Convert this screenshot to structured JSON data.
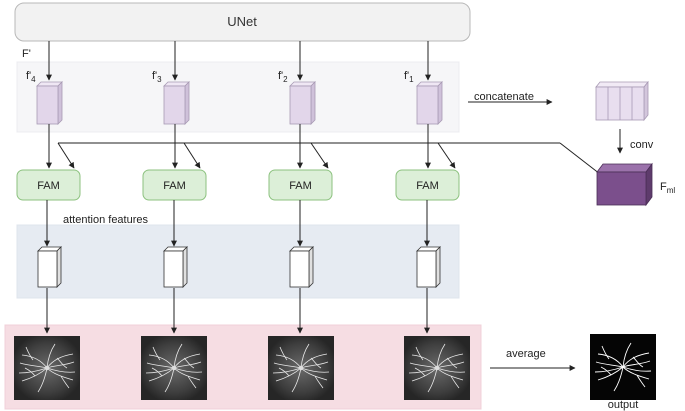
{
  "unet": {
    "label": "UNet"
  },
  "feature_group": {
    "label": "F'"
  },
  "features": [
    {
      "base": "f'",
      "sub": "4"
    },
    {
      "base": "f'",
      "sub": "3"
    },
    {
      "base": "f'",
      "sub": "2"
    },
    {
      "base": "f'",
      "sub": "1"
    }
  ],
  "fam_blocks": [
    {
      "label": "FAM"
    },
    {
      "label": "FAM"
    },
    {
      "label": "FAM"
    },
    {
      "label": "FAM"
    }
  ],
  "labels": {
    "concatenate": "concatenate",
    "conv": "conv",
    "fml_base": "F",
    "fml_sub": "ml",
    "attention_features": "attention features",
    "average": "average",
    "output": "output"
  },
  "colors": {
    "unet_fill": "#f2f2f2",
    "feature_band": "#f6f6f8",
    "feature_cube": "#e2d6ea",
    "fam_fill": "#dcefd8",
    "fam_stroke": "#8cc27f",
    "attention_band": "#e6ebf2",
    "output_band": "#f6dde3",
    "fml_cube": "#7b4f8c"
  }
}
